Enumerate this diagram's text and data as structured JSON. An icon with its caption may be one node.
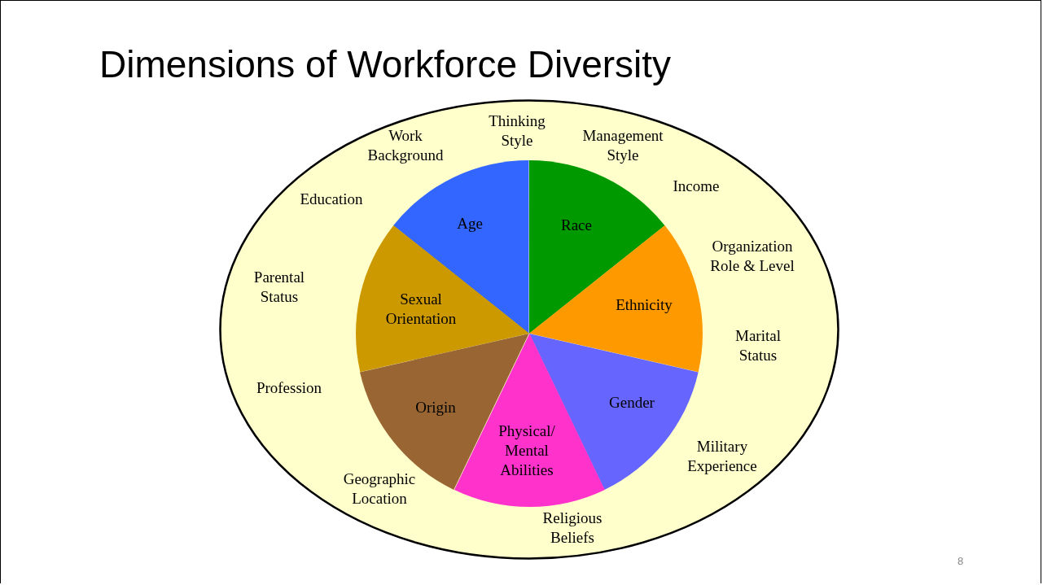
{
  "diagram": {
    "title": "Dimensions of Workforce Diversity",
    "nodes": [
      {
        "text": [
          "Thinking Style",
          "Work Background",
          "Management Style",
          "Income",
          "Education",
          "Organization Role & Level",
          "Parental Status",
          "Marital Status",
          "Profession",
          "Military Experience",
          "Geographic Location",
          "Religious Beliefs"
        ]
      },
      {
        "text": [
          "Age"
        ],
        "in": 0
      },
      {
        "text": [
          "Race"
        ],
        "in": 0
      },
      {
        "text": [
          "Sexual Orientation"
        ],
        "in": 0
      },
      {
        "text": [
          "Ethnicity"
        ],
        "in": 0
      },
      {
        "text": [
          "Origin"
        ],
        "in": 0
      },
      {
        "text": [
          "Gender"
        ],
        "in": 0
      },
      {
        "text": [
          "Physical/ Mental Abilities"
        ],
        "in": 0
      }
    ],
    "labels": [
      "8"
    ]
  }
}
